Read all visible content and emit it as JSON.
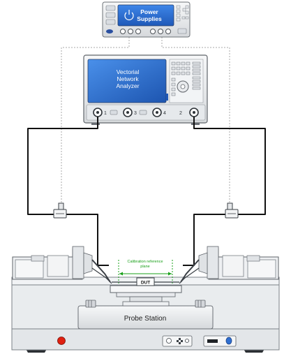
{
  "power_supplies": {
    "label_line1": "Power",
    "label_line2": "Supplies"
  },
  "vna": {
    "label_line1": "Vectorial",
    "label_line2": "Network",
    "label_line3": "Analyzer",
    "port_labels": [
      "1",
      "2",
      "3",
      "4"
    ]
  },
  "probe_station": {
    "label": "Probe Station"
  },
  "calibration": {
    "label_line1": "Calibration reference",
    "label_line2": "plane"
  },
  "dut": {
    "label": "DUT"
  },
  "colors": {
    "cable": "#111111",
    "dashed_line": "#aaaaaa",
    "equipment_fill": "#eef0f2",
    "screen_blue": "#2f6fd1",
    "calibration_green": "#1aa01a",
    "emergency_red": "#e02010"
  }
}
